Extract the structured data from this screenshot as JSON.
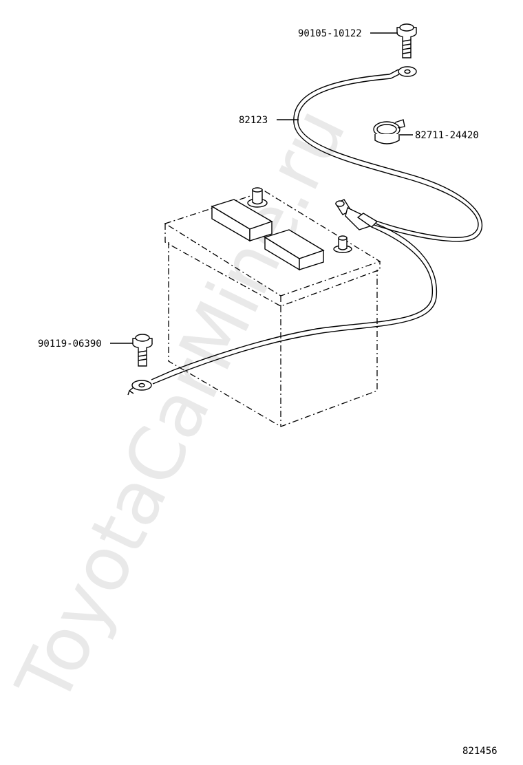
{
  "watermark": "ToyotaCarMine.ru",
  "figure_number": "821456",
  "callouts": {
    "bolt_top": "90105-10122",
    "cable": "82123",
    "clamp": "82711-24420",
    "bolt_left": "90119-06390"
  }
}
